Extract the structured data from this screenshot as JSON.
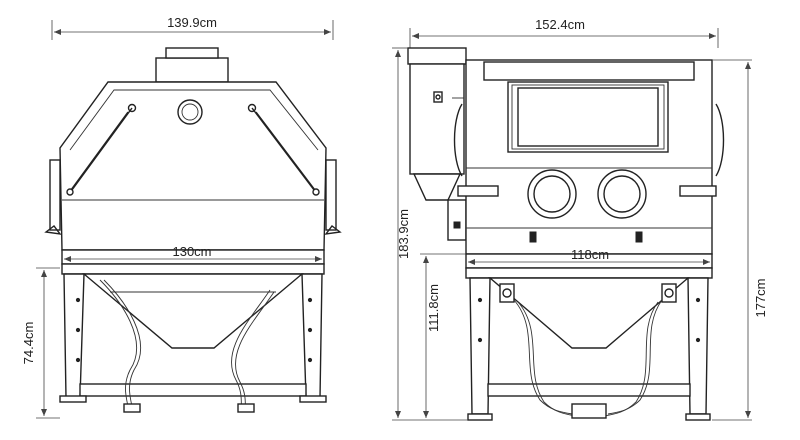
{
  "diagram": {
    "front_view": {
      "overall_width": "139.9cm",
      "cabinet_width": "130cm",
      "stand_height": "74.4cm"
    },
    "side_view": {
      "overall_width": "152.4cm",
      "cabinet_width": "118cm",
      "overall_height": "183.9cm",
      "stand_height": "111.8cm",
      "frame_height": "177cm"
    }
  }
}
